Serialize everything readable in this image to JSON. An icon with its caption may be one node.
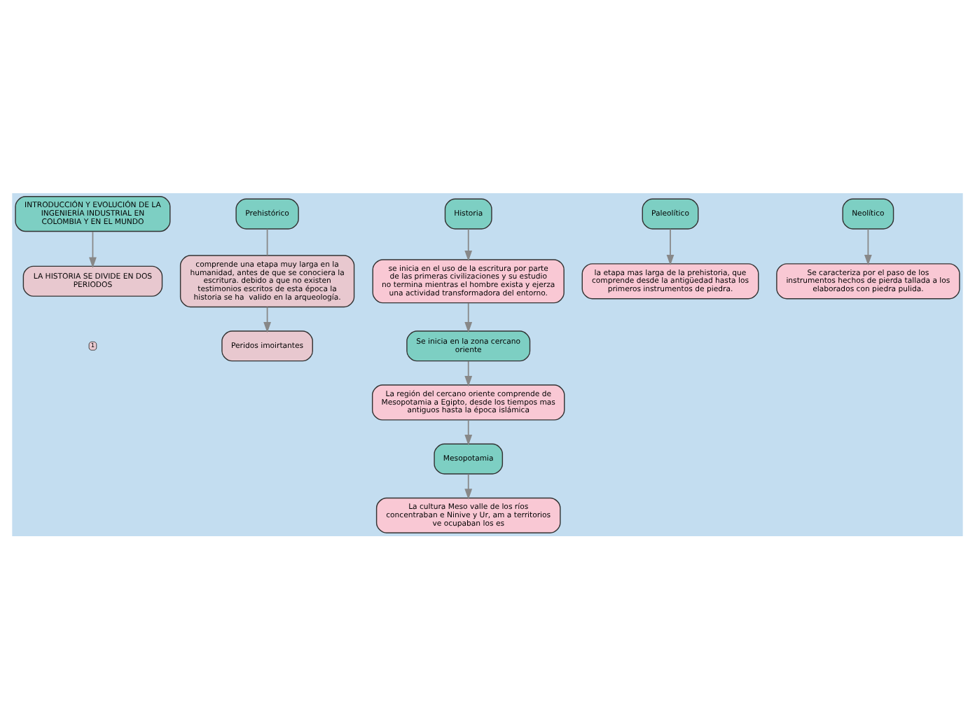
{
  "diagram": {
    "nodes": [
      {
        "text": [
          "INTRODUCCIÓN Y EVOLUCIÓN DE LA INGENIERÍA INDUSTRIAL EN COLOMBIA Y EN EL MUNDO"
        ]
      },
      {
        "text": [
          "LA HISTORIA SE DIVIDE EN DOS PERIODOS"
        ]
      },
      {
        "text": [
          "Prehistórico"
        ]
      },
      {
        "text": [
          "comprende una etapa muy larga en la humanidad, antes de que se conociera la escritura. debido a que no existen testimonios escritos de esta época la historia se ha  valido en la arqueología."
        ]
      },
      {
        "text": [
          "Peridos imoirtantes"
        ]
      },
      {
        "text": [
          "Historia"
        ]
      },
      {
        "text": [
          "se inicia en el uso de la escritura por parte de las primeras civilizaciones y su estudio no termina mientras el hombre exista y ejerza una actividad transformadora del entorno."
        ]
      },
      {
        "text": [
          "Paleolítico"
        ]
      },
      {
        "text": [
          "Neolítico"
        ]
      },
      {
        "text": [
          "Se inicia en la zona cercano oriente"
        ]
      },
      {
        "text": [
          "Mesopotamia"
        ]
      },
      {
        "text": [
          "la etapa mas larga de la prehistoria, que comprende desde la antigüedad hasta los primeros instrumentos de piedra."
        ]
      },
      {
        "text": [
          "Se caracteriza por el paso de los instrumentos hechos de pierda tallada a los elaborados con piedra pulida."
        ]
      },
      {
        "text": [
          "La región del cercano oriente comprende de Mesopotamia a Egipto, desde los tiempos mas antiguos hasta la época islámica"
        ]
      },
      {
        "text": [
          "La cultura Meso valle de los ríos concentraban e Ninive y Ur, am a territorios ve ocupaban los es"
        ]
      }
    ],
    "edges": [
      {
        "from": 0,
        "to": 1,
        "arrow": "to"
      },
      {
        "from": 2,
        "to": 3,
        "arrow": "none"
      },
      {
        "from": 3,
        "to": 4,
        "arrow": "to"
      },
      {
        "from": 5,
        "to": 6,
        "arrow": "to"
      },
      {
        "from": 6,
        "to": 9,
        "arrow": "to"
      },
      {
        "from": 7,
        "to": 11,
        "arrow": "to"
      },
      {
        "from": 8,
        "to": 12,
        "arrow": "to"
      },
      {
        "from": 9,
        "to": 13,
        "arrow": "to"
      },
      {
        "from": 13,
        "to": 10,
        "arrow": "to"
      },
      {
        "from": 10,
        "to": 14,
        "arrow": "to"
      }
    ],
    "labels": [
      "1"
    ]
  }
}
